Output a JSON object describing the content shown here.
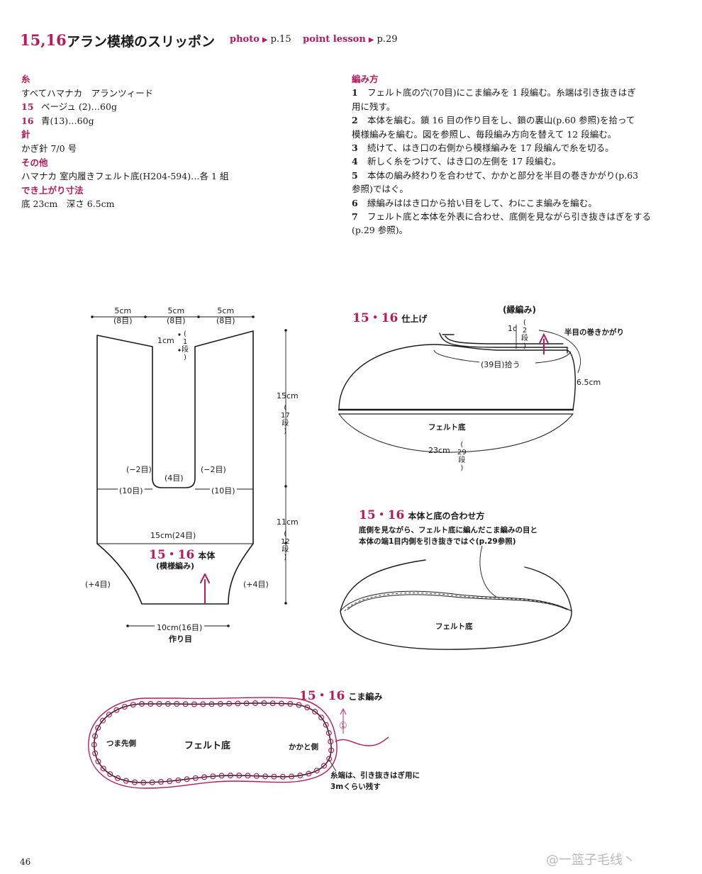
{
  "header": {
    "number": "15,16",
    "title": "アラン模様のスリッポン",
    "photo_label": "photo",
    "photo_page": "p.15",
    "lesson_label": "point lesson",
    "lesson_page": "p.29"
  },
  "specs": {
    "yarn_label": "糸",
    "yarn_text": "すべてハマナカ　アランツィード",
    "item15_num": "15",
    "item15_text": "ベージュ (2)…60g",
    "item16_num": "16",
    "item16_text": "青(13)…60g",
    "needle_label": "針",
    "needle_text": "かぎ針 7/0 号",
    "other_label": "その他",
    "other_text": "ハマナカ 室内履きフェルト底(H204-594)…各 1 組",
    "size_label": "でき上がり寸法",
    "size_text": "底 23cm　深さ 6.5cm"
  },
  "steps": {
    "label": "編み方",
    "items": [
      {
        "n": "1",
        "line1": "フェルト底の穴(70目)にこま編みを 1 段編む。糸端は引き抜きはぎ",
        "line2": "用に残す。"
      },
      {
        "n": "2",
        "line1": "本体を編む。鎖 16 目の作り目をし、鎖の裏山(p.60 参照)を拾って",
        "line2": "模様編みを編む。図を参照し、毎段編み方向を替えて 12 段編む。"
      },
      {
        "n": "3",
        "line1": "続けて、はき口の右側から模様編みを 17 段編んで糸を切る。",
        "line2": ""
      },
      {
        "n": "4",
        "line1": "新しく糸をつけて、はき口の左側を 17 段編む。",
        "line2": ""
      },
      {
        "n": "5",
        "line1": "本体の編み終わりを合わせて、かかと部分を半目の巻きかがり(p.63",
        "line2": "参照)ではぐ。"
      },
      {
        "n": "6",
        "line1": "縁編みははき口から拾い目をして、わにこま編みを編む。",
        "line2": ""
      },
      {
        "n": "7",
        "line1": "フェルト底と本体を外表に合わせ、底側を見ながら引き抜きはぎをする",
        "line2": "(p.29 参照)。"
      }
    ]
  },
  "body_diagram": {
    "top_w1": "5cm",
    "top_w1_st": "(8目)",
    "top_w2": "5cm",
    "top_w2_st": "(8目)",
    "top_w3": "5cm",
    "top_w3_st": "(8目)",
    "slit_depth": "1cm",
    "slit_rows": [
      "1",
      "段"
    ],
    "right_h1": "15cm",
    "right_h1_rows": [
      "17",
      "段"
    ],
    "right_h2": "11cm",
    "right_h2_rows": [
      "12",
      "段"
    ],
    "dec_left": "(−2目)",
    "dec_right": "(−2目)",
    "center": "(4目)",
    "side_left": "(10目)",
    "side_right": "(10目)",
    "mid_width": "15cm(24目)",
    "num_label": "15・16",
    "part_label": "本体",
    "pattern_label": "(模様編み)",
    "inc_left": "(+4目)",
    "inc_right": "(+4目)",
    "bottom_width": "10cm(16目)",
    "bottom_note": "作り目"
  },
  "finish_diagram": {
    "num_label": "15・16",
    "title": "仕上げ",
    "edge_label": "(縁編み)",
    "edge_rows_cm": "1c",
    "edge_rows": [
      "2",
      "段"
    ],
    "whip_label": "半目の巻きかがり",
    "pickup_label": "(39目)拾う",
    "depth_label": "6.5cm",
    "sole_label": "フェルト底",
    "length_label": "23cm",
    "length_rows": [
      "29",
      "段"
    ]
  },
  "join_diagram": {
    "num_label": "15・16",
    "title": "本体と底の合わせ方",
    "note1": "底側を見ながら、フェルト底に編んだこま編みの目と",
    "note2": "本体の端1目内側を引き抜きではぐ(p.29参照)",
    "sole_label": "フェルト底"
  },
  "sc_diagram": {
    "num_label": "15・16",
    "title": "こま編み",
    "toe_label": "つま先側",
    "sole_label": "フェルト底",
    "heel_label": "かかと側",
    "step_mark": "①",
    "note1": "糸端は、引き抜きはぎ用に",
    "note2": "3mくらい残す"
  },
  "colors": {
    "accent": "#b8185c",
    "ink": "#1a1a1a"
  },
  "footer": {
    "page": "46",
    "watermark": "@一篮子毛线丶"
  }
}
